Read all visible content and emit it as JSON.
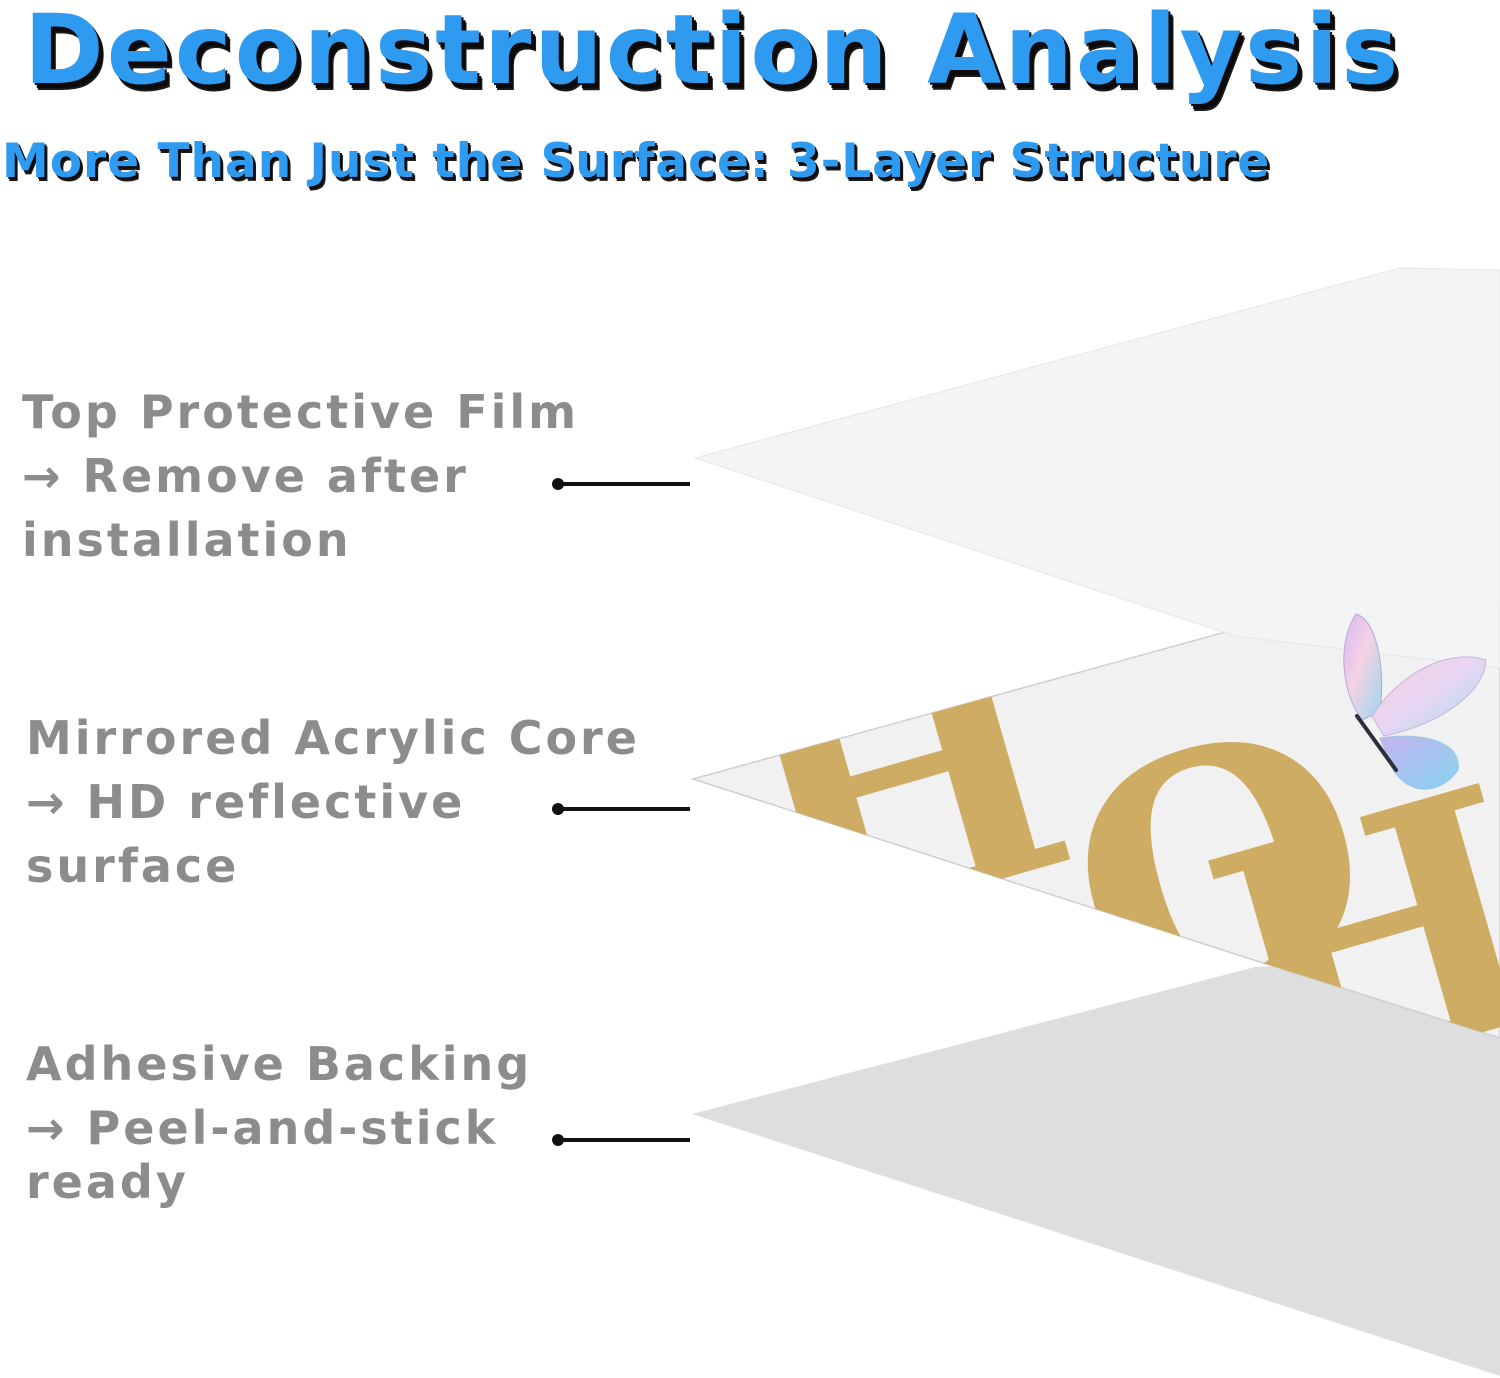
{
  "header": {
    "title": "Deconstruction Analysis",
    "subtitle": "More Than Just the Surface: 3-Layer Structure"
  },
  "layers": [
    {
      "id": "top-protective-film",
      "lines": [
        "Top Protective Film",
        "→ Remove after",
        "installation"
      ]
    },
    {
      "id": "mirrored-acrylic-core",
      "lines": [
        "Mirrored Acrylic Core",
        "→ HD reflective",
        "surface"
      ]
    },
    {
      "id": "adhesive-backing",
      "lines": [
        "Adhesive Backing",
        "→ Peel-and-stick",
        "ready"
      ]
    }
  ],
  "colors": {
    "title": "#2f9bf0",
    "title_shadow": "#0a0a0a",
    "label_text": "#8c8c8c",
    "leader_line": "#111111",
    "film_sheet": "#f3f3f3",
    "core_sheet": "#f1f1f1",
    "backing_sheet": "#dedede",
    "gold_lettering": "#cfac64"
  },
  "icons": {
    "butterfly": "butterfly-icon"
  }
}
